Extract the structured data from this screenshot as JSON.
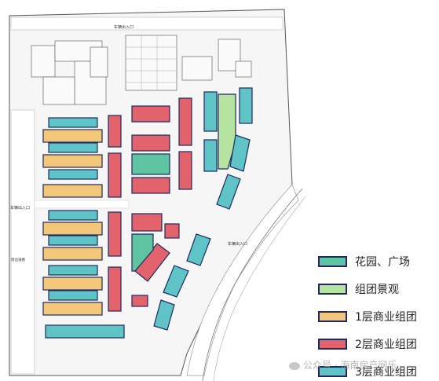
{
  "map": {
    "entrance_top": "车辆出入口",
    "entrance_left": "车辆出入口",
    "entrance_right": "车辆出入口",
    "left_note": "周边道路"
  },
  "legend": [
    {
      "label": "花园、广场",
      "fill": "#5ec4a1",
      "border": "#1e2a5e"
    },
    {
      "label": "组团景观",
      "fill": "#b7e3a1",
      "border": "#1e2a5e"
    },
    {
      "label": "1层商业组团",
      "fill": "#f2c77a",
      "border": "#1e2a5e"
    },
    {
      "label": "2层商业组团",
      "fill": "#e2636b",
      "border": "#1e2a5e"
    },
    {
      "label": "3层商业组团",
      "fill": "#5ec4c7",
      "border": "#1e2a5e"
    }
  ],
  "watermark": {
    "text": "公众号 · 海南房产网乐"
  }
}
